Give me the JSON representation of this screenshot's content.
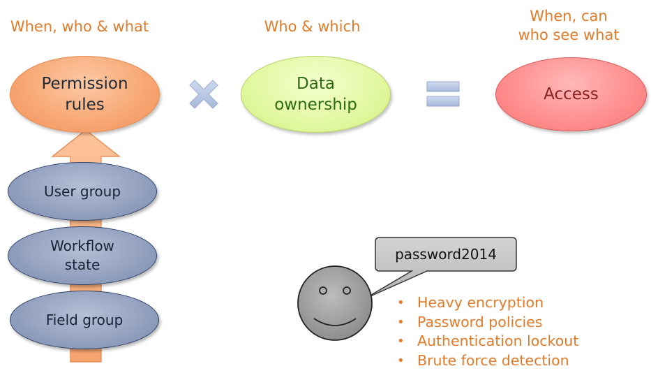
{
  "labels": {
    "permission_header": "When, who & what",
    "ownership_header": "Who & which",
    "access_header_line1": "When, can",
    "access_header_line2": "who see what"
  },
  "ovals": {
    "permission_rules": {
      "line1": "Permission",
      "line2": "rules"
    },
    "data_ownership": {
      "line1": "Data",
      "line2": "ownership"
    },
    "access": "Access",
    "user_group": "User group",
    "workflow_state": {
      "line1": "Workflow",
      "line2": "state"
    },
    "field_group": "Field group"
  },
  "operators": {
    "multiply": "times-icon",
    "equals": "equals-icon"
  },
  "speech_bubble": {
    "text": "password2014"
  },
  "security_measures": [
    "Heavy encryption",
    "Password policies",
    "Authentication lockout",
    "Brute force detection"
  ],
  "colors": {
    "accent_orange": "#e07b2a",
    "permission_fill": "#f7a672",
    "ownership_fill": "#e2f7a1",
    "access_fill": "#ff8d8d",
    "factor_fill": "#8f9dbd",
    "operator_fill": "#b8c6e2"
  }
}
